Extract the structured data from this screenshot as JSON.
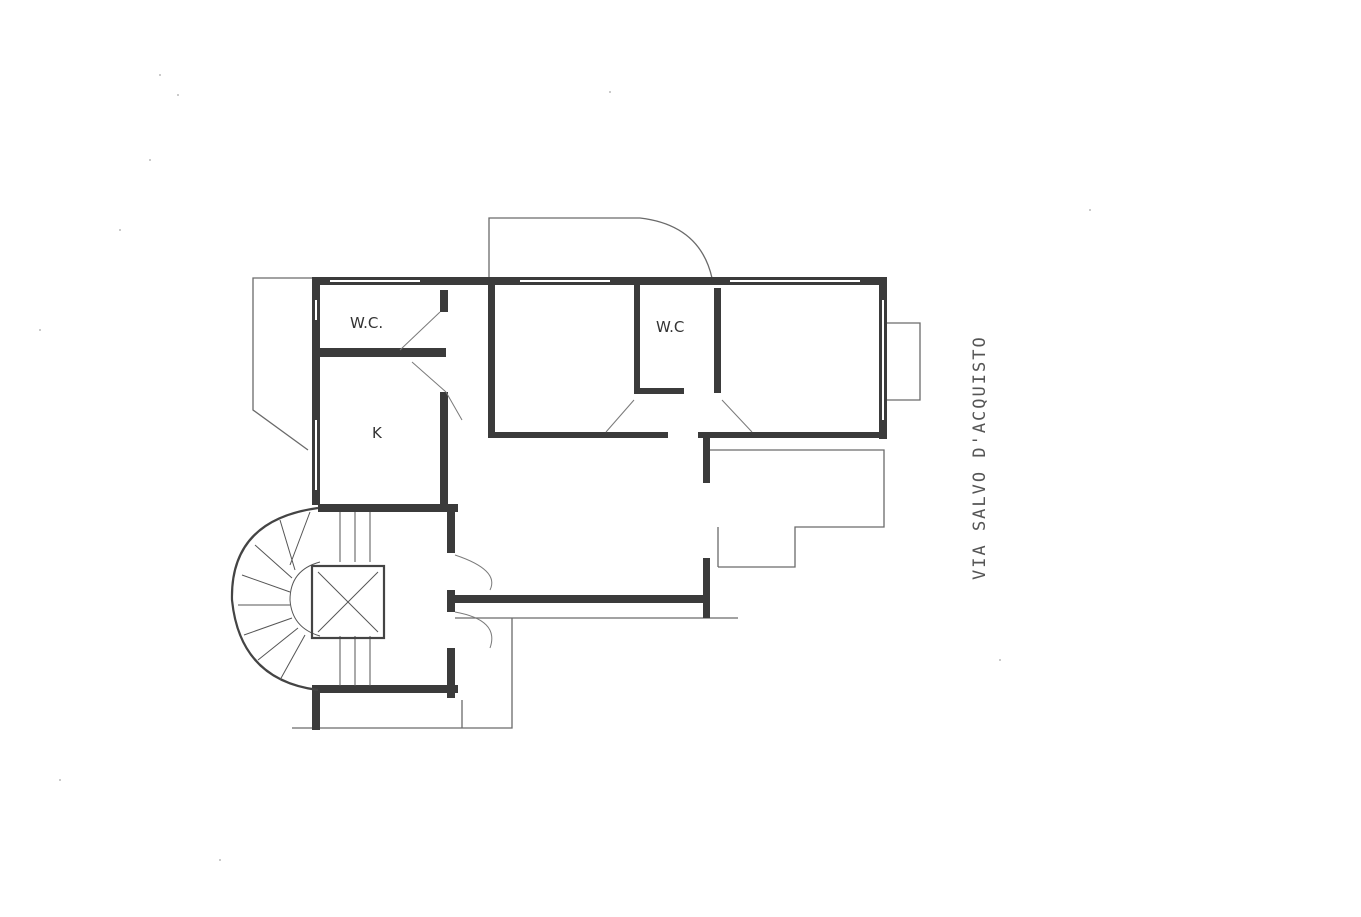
{
  "plan": {
    "rooms": {
      "wc_left": "W.C.",
      "kitchen": "K",
      "wc_center": "W.C"
    },
    "street": "VIA SALVO D'ACQUISTO"
  }
}
